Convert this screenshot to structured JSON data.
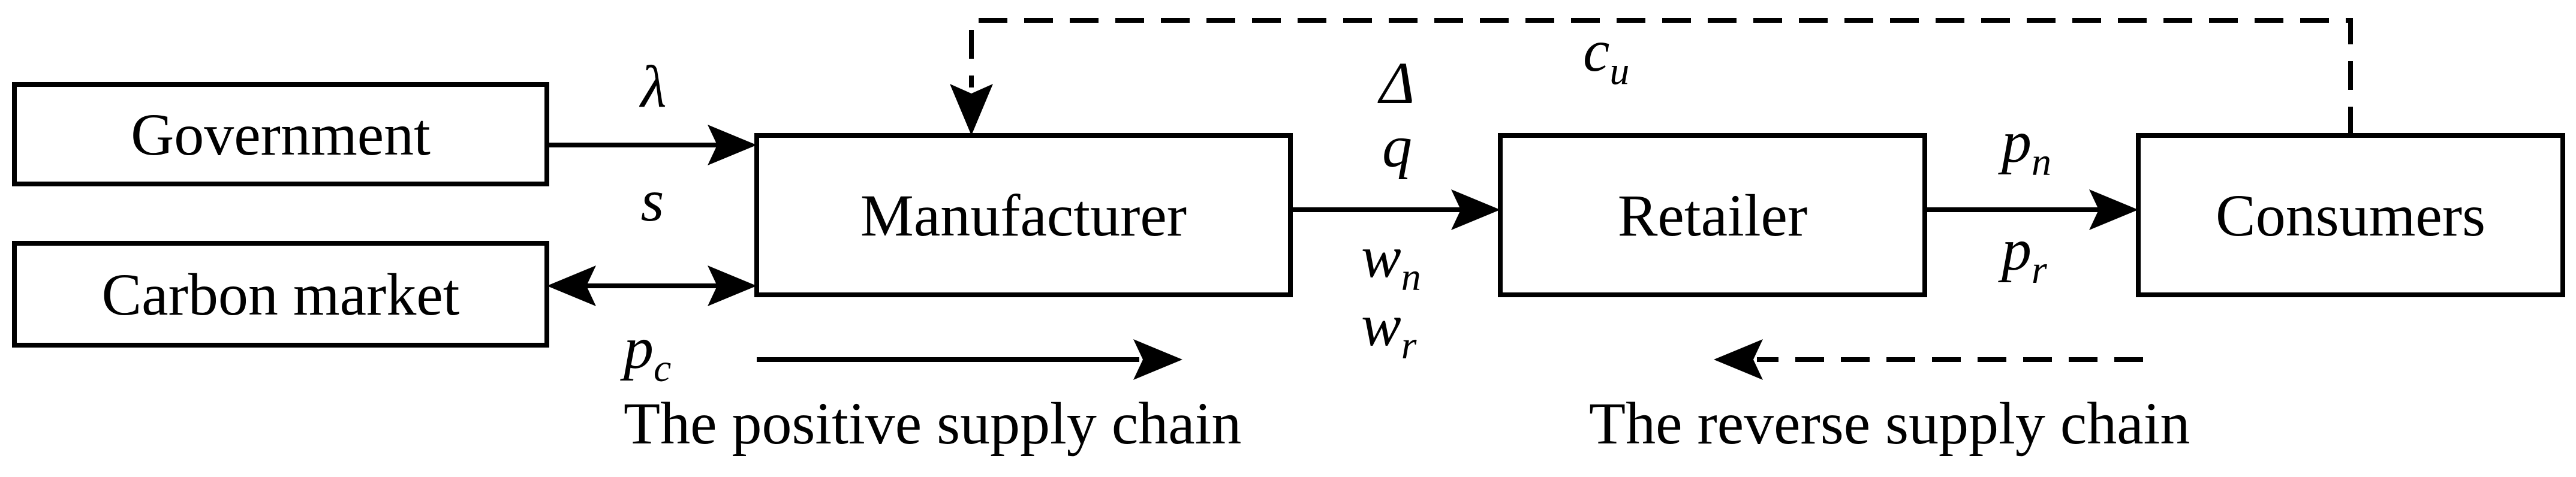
{
  "nodes": {
    "government": "Government",
    "carbon_market": "Carbon market",
    "manufacturer": "Manufacturer",
    "retailer": "Retailer",
    "consumers": "Consumers"
  },
  "variables": {
    "lambda": "λ",
    "s": "s",
    "delta": "Δ",
    "q": "q",
    "pc_main": "p",
    "pc_sub": "c",
    "wn_main": "w",
    "wn_sub": "n",
    "wr_main": "w",
    "wr_sub": "r",
    "pn_main": "p",
    "pn_sub": "n",
    "pr_main": "p",
    "pr_sub": "r",
    "cu_main": "c",
    "cu_sub": "u"
  },
  "captions": {
    "positive": "The positive supply chain",
    "reverse": "The reverse supply chain"
  }
}
